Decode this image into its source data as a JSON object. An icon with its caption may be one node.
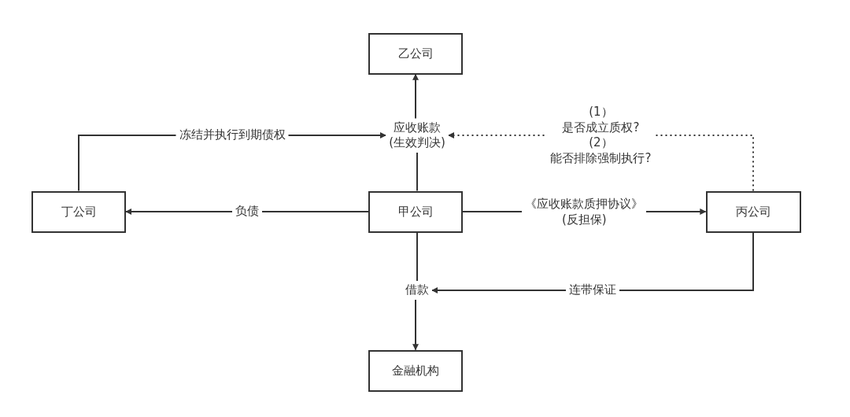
{
  "diagram": {
    "nodes": [
      {
        "text": [
          "乙公司"
        ]
      },
      {
        "text": [
          "应收账款 (生效判决)"
        ]
      },
      {
        "text": [
          "丁公司"
        ]
      },
      {
        "text": [
          "甲公司"
        ]
      },
      {
        "text": [
          "丙公司"
        ]
      },
      {
        "text": [
          "借款"
        ]
      },
      {
        "text": [
          "金融机构"
        ]
      }
    ],
    "edges": [
      {
        "from": 3,
        "to": 1,
        "arrow": "none"
      },
      {
        "from": 1,
        "to": 0,
        "arrow": "to"
      },
      {
        "from": 2,
        "to": 1,
        "arrow": "to",
        "label": "冻结并执行到期债权"
      },
      {
        "from": 3,
        "to": 2,
        "arrow": "to",
        "label": "负债"
      },
      {
        "from": 3,
        "to": 4,
        "arrow": "to",
        "label": "《应收账款质押协议》 (反担保)"
      },
      {
        "from": 4,
        "to": 1,
        "arrow": "to",
        "label": "(1）是否成立质权? (2）能否排除强制执行?",
        "style": "dashed"
      },
      {
        "from": 4,
        "to": 5,
        "arrow": "to",
        "label": "连带保证"
      },
      {
        "from": 3,
        "to": 5,
        "arrow": "none"
      },
      {
        "from": 5,
        "to": 6,
        "arrow": "to"
      }
    ]
  }
}
